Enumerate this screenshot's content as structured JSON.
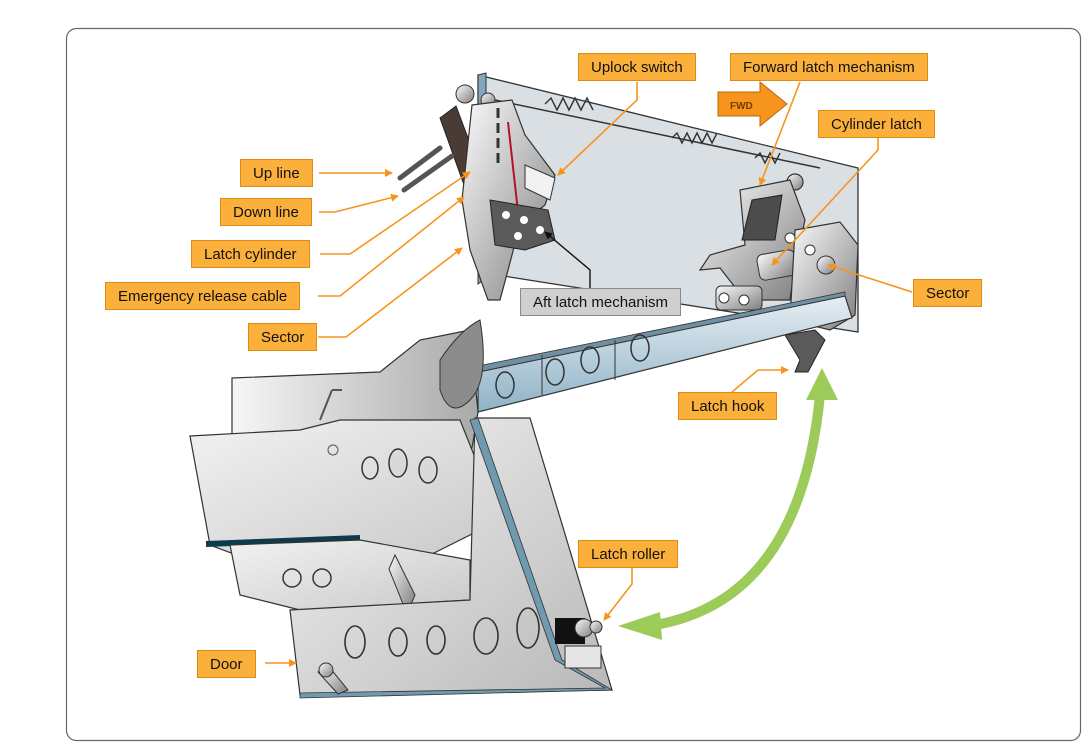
{
  "diagram": {
    "fwd_label": "FWD",
    "labels": {
      "uplock_switch": "Uplock switch",
      "forward_latch_mechanism": "Forward latch mechanism",
      "cylinder_latch": "Cylinder latch",
      "up_line": "Up line",
      "down_line": "Down line",
      "latch_cylinder": "Latch cylinder",
      "emergency_release_cable": "Emergency release cable",
      "sector_left": "Sector",
      "sector_right": "Sector",
      "aft_latch_mechanism": "Aft latch mechanism",
      "latch_hook": "Latch hook",
      "latch_roller": "Latch roller",
      "door": "Door"
    },
    "colors": {
      "callout_fill": "#fbb03b",
      "callout_alt_fill": "#cfcfcf",
      "leader_line": "#f7941d",
      "motion_arrow": "#9ccb5a",
      "fwd_arrow": "#f7941d"
    }
  }
}
